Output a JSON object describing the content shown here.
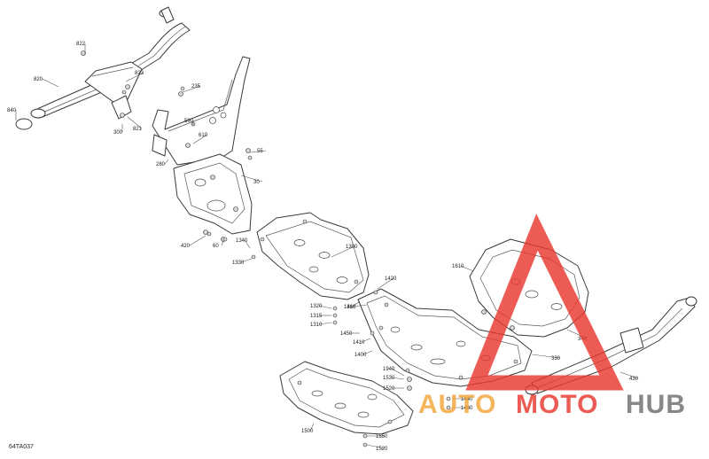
{
  "diagram": {
    "code": "64TA037",
    "callouts": [
      {
        "id": "c822",
        "label": "822"
      },
      {
        "id": "c820",
        "label": "820"
      },
      {
        "id": "c840",
        "label": "840"
      },
      {
        "id": "c823",
        "label": "823"
      },
      {
        "id": "c300a",
        "label": "300"
      },
      {
        "id": "c821",
        "label": "821"
      },
      {
        "id": "c235",
        "label": "235"
      },
      {
        "id": "c590",
        "label": "590"
      },
      {
        "id": "c610",
        "label": "610"
      },
      {
        "id": "c55",
        "label": "55"
      },
      {
        "id": "c280",
        "label": "280"
      },
      {
        "id": "c30",
        "label": "30"
      },
      {
        "id": "c420",
        "label": "420"
      },
      {
        "id": "c60",
        "label": "60"
      },
      {
        "id": "c1340",
        "label": "1340"
      },
      {
        "id": "c1300",
        "label": "1300"
      },
      {
        "id": "c1330",
        "label": "1330"
      },
      {
        "id": "c1420",
        "label": "1420"
      },
      {
        "id": "c1310",
        "label": "1310"
      },
      {
        "id": "c1460",
        "label": "1460"
      },
      {
        "id": "c1320",
        "label": "1320"
      },
      {
        "id": "c1315",
        "label": "1315"
      },
      {
        "id": "c1310b",
        "label": "1310"
      },
      {
        "id": "c1450",
        "label": "1450"
      },
      {
        "id": "c1410",
        "label": "1410"
      },
      {
        "id": "c1400",
        "label": "1400"
      },
      {
        "id": "c1610",
        "label": "1610"
      },
      {
        "id": "c340",
        "label": "340"
      },
      {
        "id": "c330",
        "label": "330"
      },
      {
        "id": "c430",
        "label": "430"
      },
      {
        "id": "c1940",
        "label": "1940"
      },
      {
        "id": "c1530",
        "label": "1530"
      },
      {
        "id": "c1520",
        "label": "1520"
      },
      {
        "id": "c1440",
        "label": "1440"
      },
      {
        "id": "c1430",
        "label": "1430"
      },
      {
        "id": "c1500",
        "label": "1500"
      },
      {
        "id": "c1550",
        "label": "1550"
      },
      {
        "id": "c1520b",
        "label": "1520"
      }
    ]
  },
  "watermark": {
    "word_a": "AUTO",
    "word_b": "MOTO",
    "word_c": "HUB",
    "color_red": "#e8392f",
    "color_orange": "#f2a53a",
    "color_grey": "#6d6d6d"
  }
}
